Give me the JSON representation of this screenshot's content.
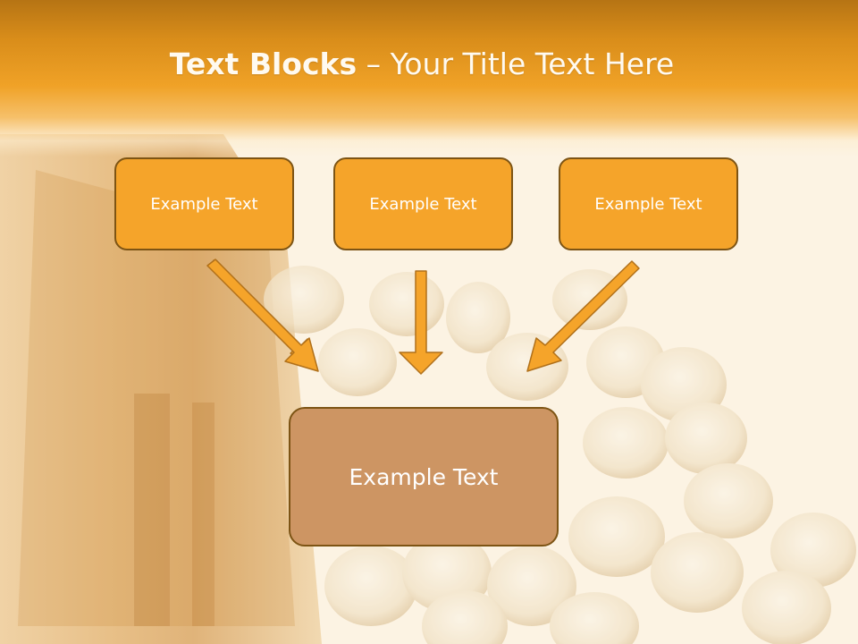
{
  "slide": {
    "title_bold": "Text Blocks",
    "title_rest": " – Your Title Text Here"
  },
  "diagram": {
    "top_boxes": [
      "Example Text",
      "Example Text",
      "Example Text"
    ],
    "bottom_box": "Example Text"
  },
  "colors": {
    "header": "#f0a227",
    "top_box_fill": "#f5a42a",
    "bottom_box_fill": "#cd9563",
    "border": "#7d5414",
    "arrow_fill": "#f5a42a"
  }
}
